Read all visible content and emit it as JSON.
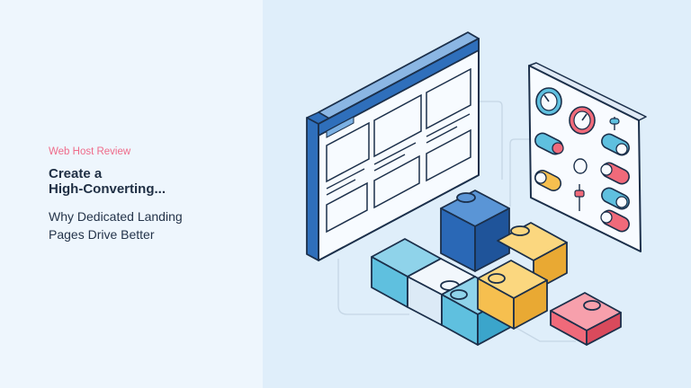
{
  "article": {
    "category": "Web Host Review",
    "title_line1": "Create a",
    "title_line2": "High-Converting...",
    "subtitle_line1": "Why Dedicated Landing",
    "subtitle_line2": "Pages Drive Better"
  },
  "illustration": {
    "subject": "isometric landing page layout with jigsaw puzzle blocks and control dashboard",
    "colors": {
      "frame_blue": "#2f6fbb",
      "dark_outline": "#1b2f4a",
      "cyan": "#5fc0df",
      "orange": "#f6bf4f",
      "pink": "#f06a7a",
      "navy": "#2a68b6",
      "pale": "#e6f0fb"
    }
  }
}
